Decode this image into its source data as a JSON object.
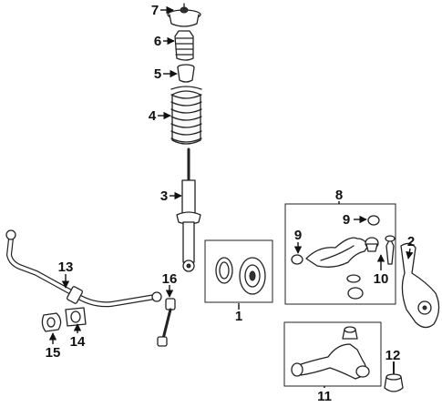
{
  "diagram": {
    "colors": {
      "ink": "#222222",
      "background": "#ffffff"
    },
    "callouts": {
      "c1": "1",
      "c2": "2",
      "c3": "3",
      "c4": "4",
      "c5": "5",
      "c6": "6",
      "c7": "7",
      "c8": "8",
      "c9a": "9",
      "c9b": "9",
      "c10": "10",
      "c11": "11",
      "c12": "12",
      "c13": "13",
      "c14": "14",
      "c15": "15",
      "c16": "16"
    }
  }
}
